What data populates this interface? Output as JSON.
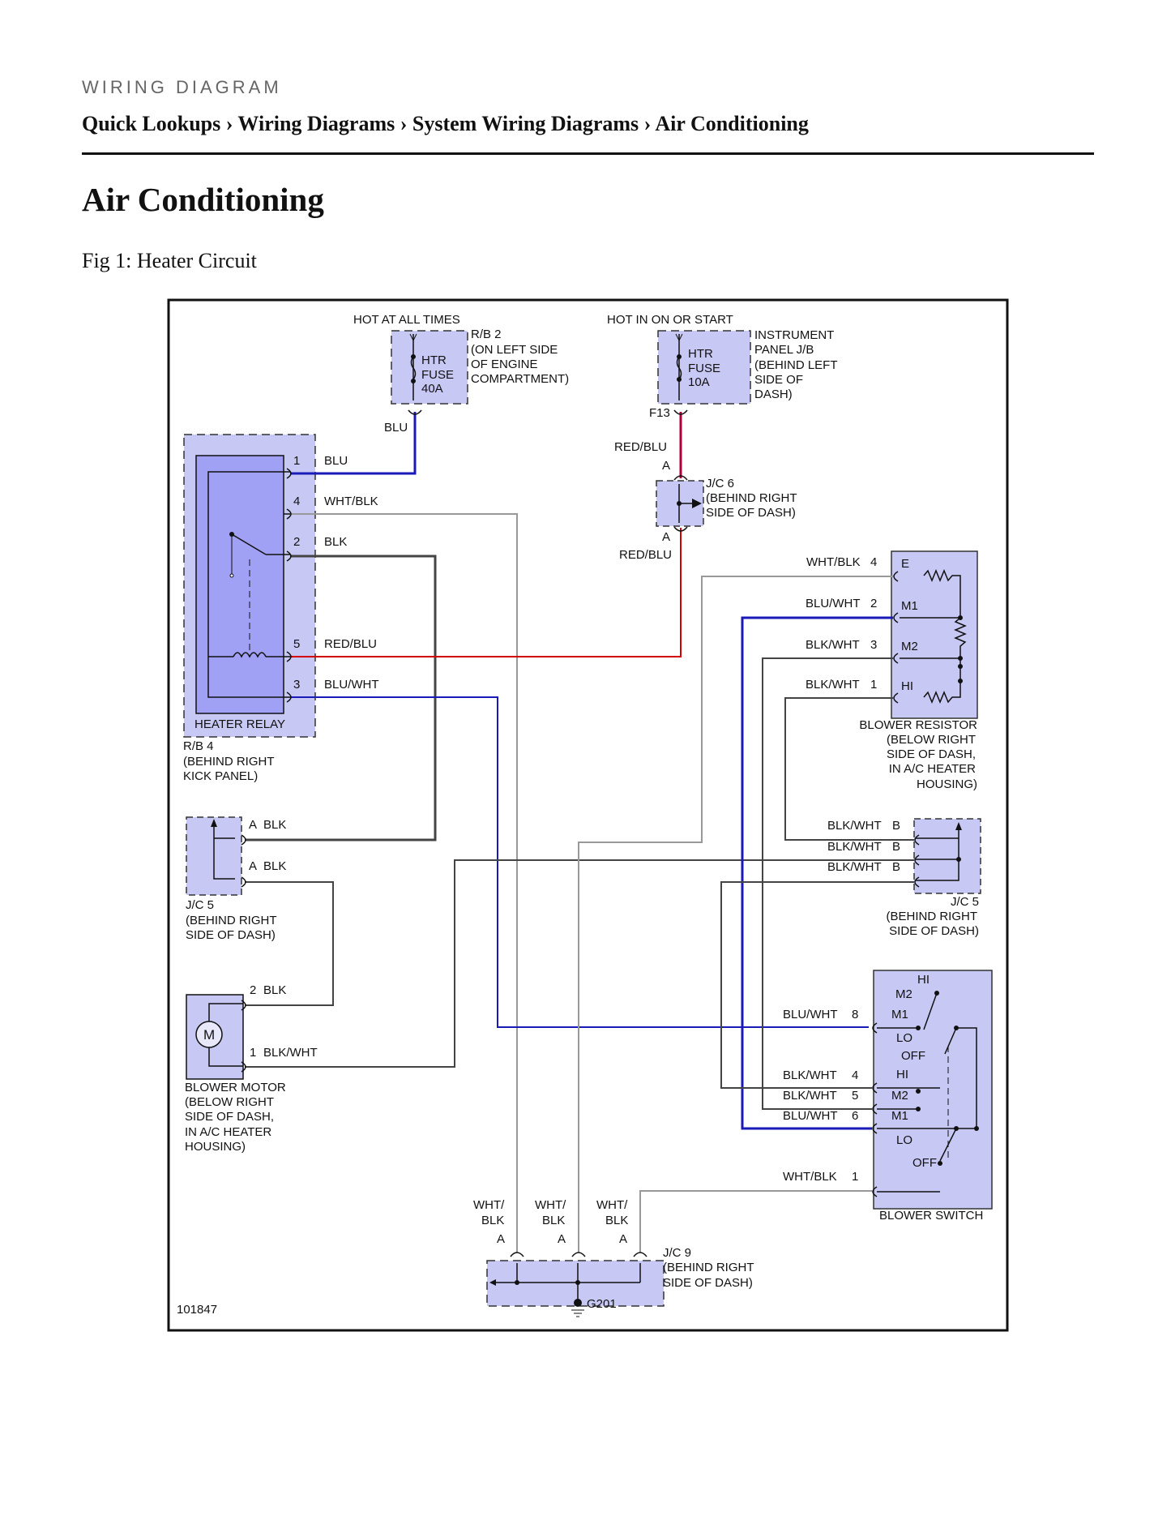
{
  "header": {
    "kicker": "WIRING DIAGRAM",
    "breadcrumb": "Quick Lookups › Wiring Diagrams › System Wiring Diagrams › Air Conditioning",
    "page_title": "Air Conditioning",
    "figure_caption": "Fig 1: Heater Circuit"
  },
  "diagram": {
    "figure_number": "101847",
    "colors": {
      "box_fill": "#c8c8f5",
      "relay_fill": "#a0a0f5",
      "wire_blue": "#1a1ab8",
      "wire_red": "#d40000",
      "wire_redblu": "#b0003a",
      "wire_dark": "#444444",
      "wire_light": "#999999"
    },
    "labels": {
      "hot_all_times": "HOT AT ALL TIMES",
      "hot_on_start": "HOT IN ON OR START",
      "rb2_1": "R/B 2",
      "rb2_2": "(ON LEFT SIDE",
      "rb2_3": "OF ENGINE",
      "rb2_4": "COMPARTMENT)",
      "fuse40_1": "HTR",
      "fuse40_2": "FUSE",
      "fuse40_3": "40A",
      "fuse10_1": "HTR",
      "fuse10_2": "FUSE",
      "fuse10_3": "10A",
      "ipjb_1": "INSTRUMENT",
      "ipjb_2": "PANEL J/B",
      "ipjb_3": "(BEHIND LEFT",
      "ipjb_4": "SIDE OF",
      "ipjb_5": "DASH)",
      "f13": "F13",
      "blu_fuse": "BLU",
      "redblu_top": "RED/BLU",
      "a_jc6_top": "A",
      "a_jc6_bot": "A",
      "redblu_bot": "RED/BLU",
      "jc6_1": "J/C 6",
      "jc6_2": "(BEHIND RIGHT",
      "jc6_3": "SIDE OF DASH)",
      "hr_pin1": "1",
      "hr_pin4": "4",
      "hr_pin2": "2",
      "hr_pin5": "5",
      "hr_pin3": "3",
      "hr_w1": "BLU",
      "hr_w4": "WHT/BLK",
      "hr_w2": "BLK",
      "hr_w5": "RED/BLU",
      "hr_w3": "BLU/WHT",
      "heater_relay": "HEATER RELAY",
      "rb4_1": "R/B 4",
      "rb4_2": "(BEHIND RIGHT",
      "rb4_3": "KICK PANEL)",
      "br_w4": "WHT/BLK",
      "br_w2": "BLU/WHT",
      "br_w3": "BLK/WHT",
      "br_w1": "BLK/WHT",
      "br_p4": "4",
      "br_p2": "2",
      "br_p3": "3",
      "br_p1": "1",
      "br_e": "E",
      "br_m1": "M1",
      "br_m2": "M2",
      "br_hi": "HI",
      "br_1": "BLOWER RESISTOR",
      "br_2": "(BELOW RIGHT",
      "br_3": "SIDE OF DASH,",
      "br_4": "IN A/C HEATER",
      "br_5": "HOUSING)",
      "jc5l_a1": "A",
      "jc5l_w1": "BLK",
      "jc5l_a2": "A",
      "jc5l_w2": "BLK",
      "jc5l_1": "J/C 5",
      "jc5l_2": "(BEHIND RIGHT",
      "jc5l_3": "SIDE OF DASH)",
      "jc5r_w1": "BLK/WHT",
      "jc5r_w2": "BLK/WHT",
      "jc5r_w3": "BLK/WHT",
      "jc5r_b1": "B",
      "jc5r_b2": "B",
      "jc5r_b3": "B",
      "jc5r_1": "J/C 5",
      "jc5r_2": "(BEHIND RIGHT",
      "jc5r_3": "SIDE OF DASH)",
      "bm_p2": "2",
      "bm_w2": "BLK",
      "bm_p1": "1",
      "bm_w1": "BLK/WHT",
      "bm_m": "M",
      "bm_1": "BLOWER MOTOR",
      "bm_2": "(BELOW RIGHT",
      "bm_3": "SIDE OF DASH,",
      "bm_4": "IN A/C HEATER",
      "bm_5": "HOUSING)",
      "bs_w8": "BLU/WHT",
      "bs_p8": "8",
      "bs_w4": "BLK/WHT",
      "bs_p4": "4",
      "bs_w5": "BLK/WHT",
      "bs_p5": "5",
      "bs_w6": "BLU/WHT",
      "bs_p6": "6",
      "bs_w1": "WHT/BLK",
      "bs_p1": "1",
      "bs_hi1": "HI",
      "bs_m2a": "M2",
      "bs_m1a": "M1",
      "bs_loa": "LO",
      "bs_offa": "OFF",
      "bs_hi2": "HI",
      "bs_m2b": "M2",
      "bs_m1b": "M1",
      "bs_lob": "LO",
      "bs_offb": "OFF",
      "blower_switch": "BLOWER SWITCH",
      "jc9_wa1": "WHT/",
      "jc9_wa2": "BLK",
      "jc9_wb1": "WHT/",
      "jc9_wb2": "BLK",
      "jc9_wc1": "WHT/",
      "jc9_wc2": "BLK",
      "jc9_a1": "A",
      "jc9_a2": "A",
      "jc9_a3": "A",
      "jc9_1": "J/C 9",
      "jc9_2": "(BEHIND RIGHT",
      "jc9_3": "SIDE OF DASH)",
      "g201": "G201"
    }
  }
}
